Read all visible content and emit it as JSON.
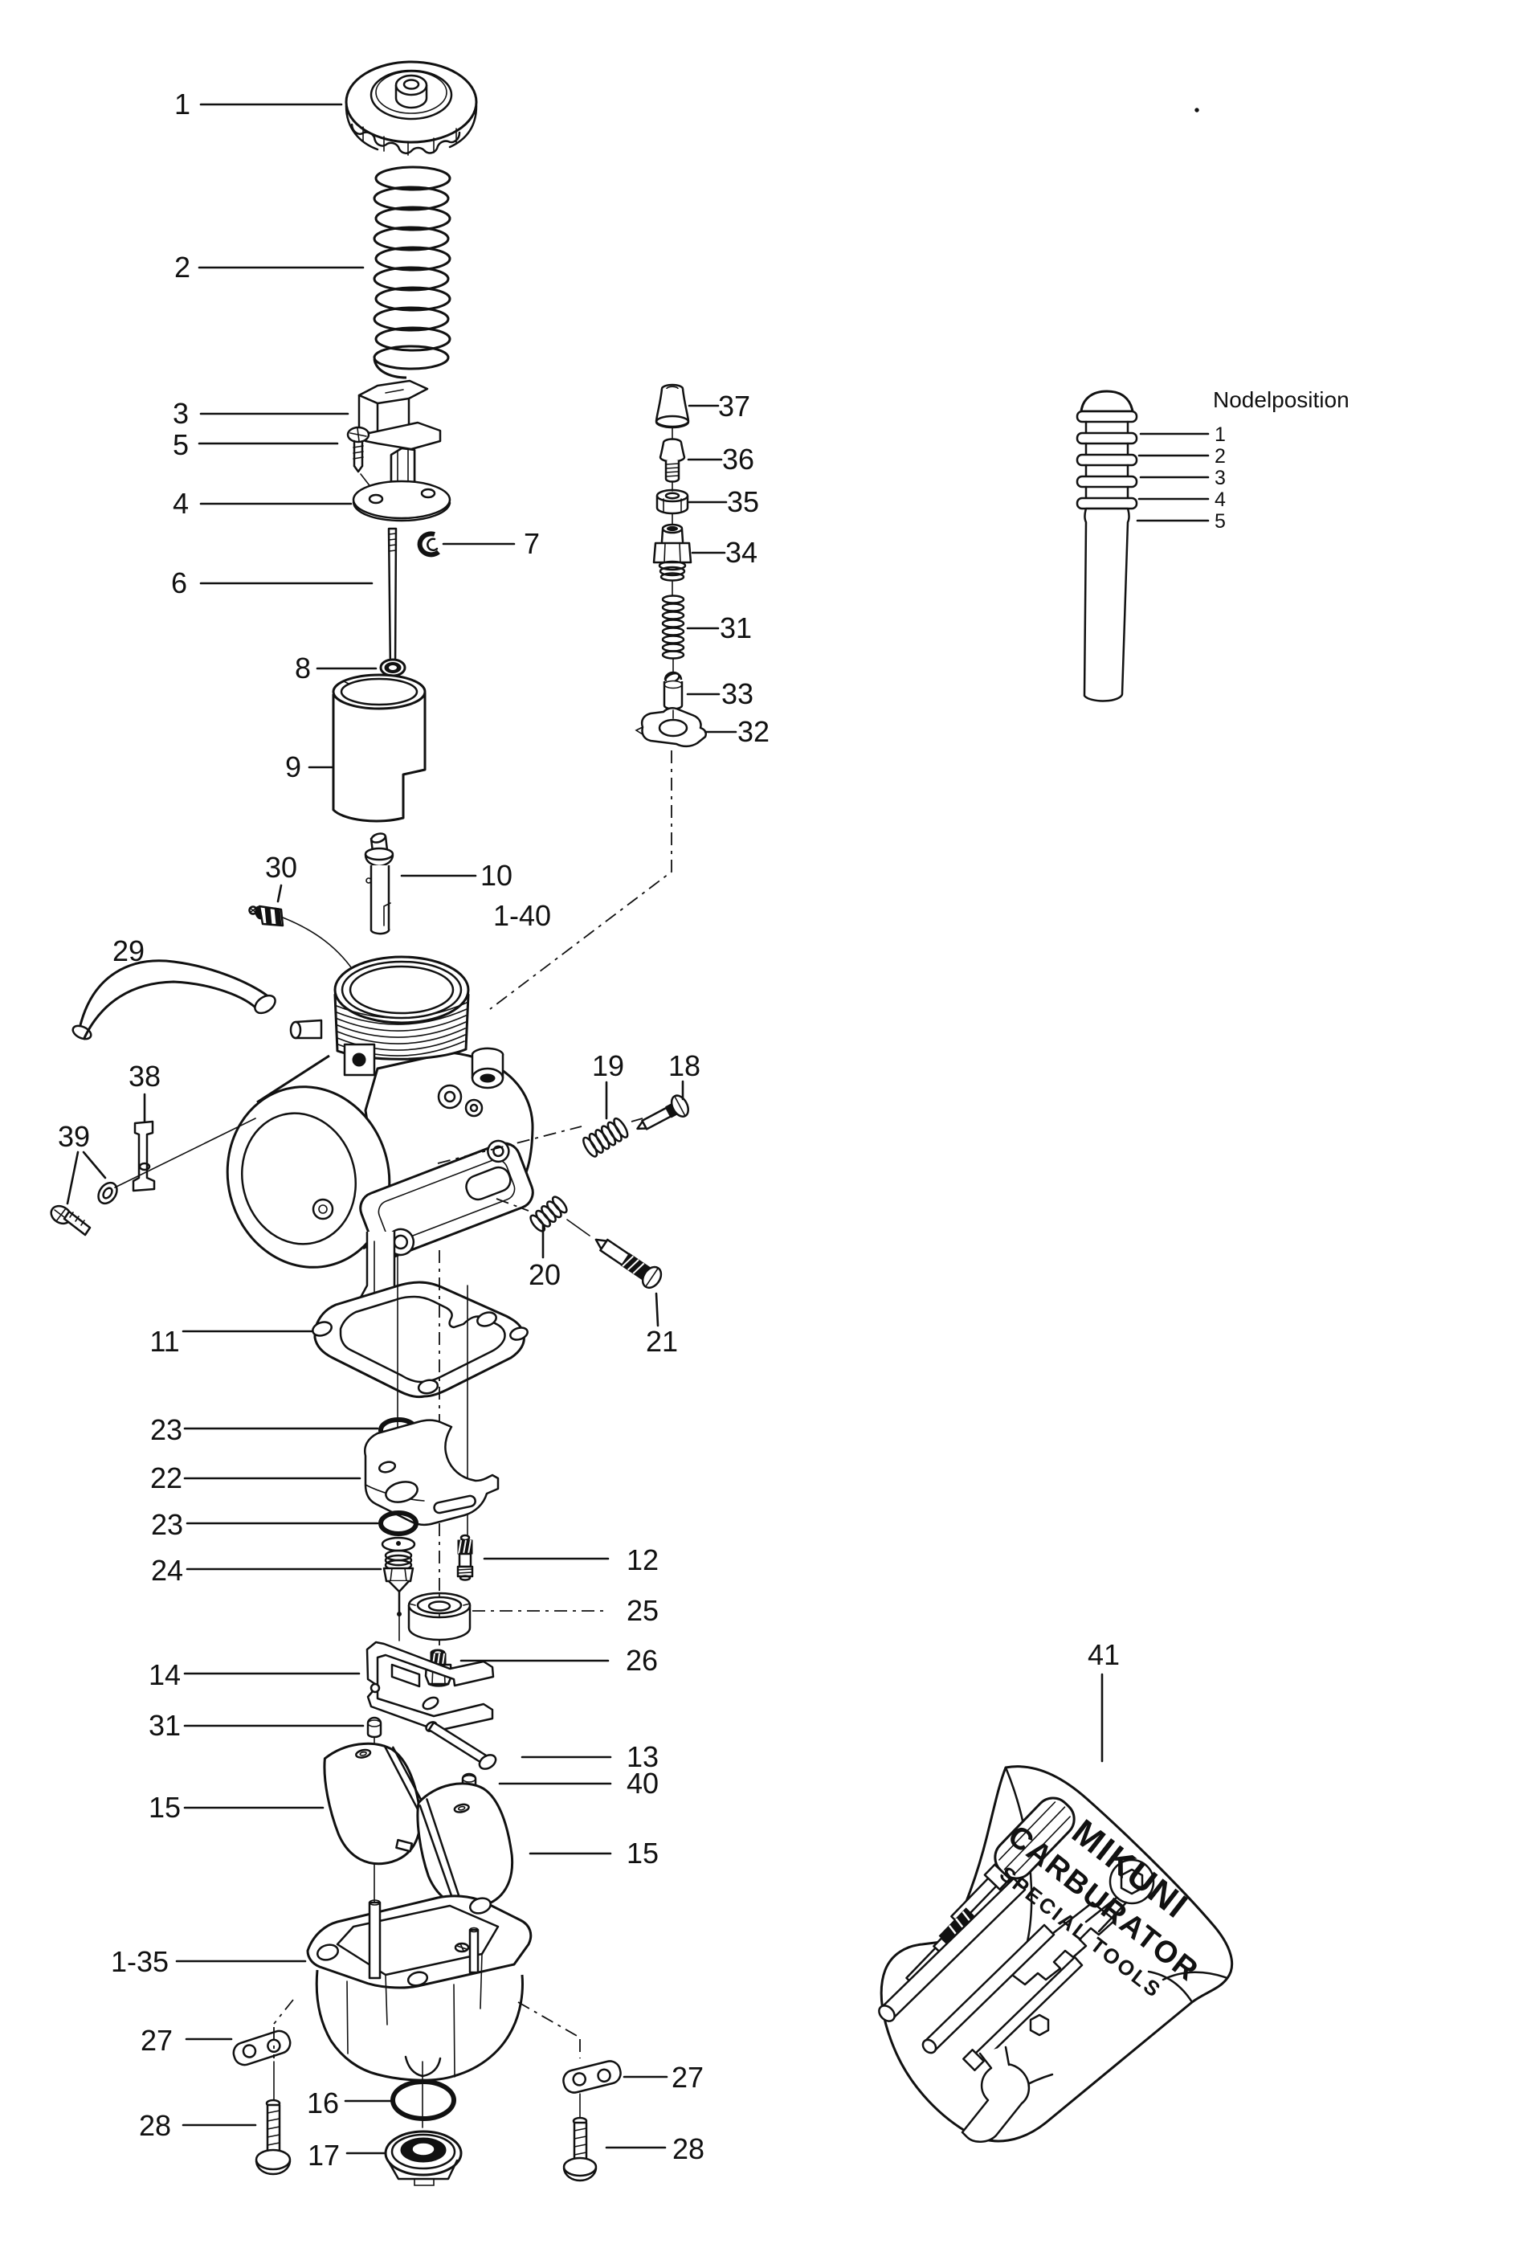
{
  "title": "Carburetor exploded parts diagram",
  "colors": {
    "ink": "#111111",
    "paper": "#ffffff"
  },
  "needle_inset": {
    "title": "Nodelposition",
    "positions": [
      {
        "label": "1"
      },
      {
        "label": "2"
      },
      {
        "label": "3"
      },
      {
        "label": "4"
      },
      {
        "label": "5"
      }
    ]
  },
  "toolkit": {
    "brand_line1": "MIKUNI",
    "brand_line2": "CARBURATOR",
    "brand_line3": "SPECIAL TOOLS"
  },
  "callouts": [
    {
      "label": "1",
      "part": "mixing-chamber-cap"
    },
    {
      "label": "2",
      "part": "throttle-return-spring"
    },
    {
      "label": "3",
      "part": "cable-bracket"
    },
    {
      "label": "5",
      "part": "bracket-screw"
    },
    {
      "label": "4",
      "part": "needle-spring-seat"
    },
    {
      "label": "7",
      "part": "jet-needle-clip"
    },
    {
      "label": "6",
      "part": "jet-needle"
    },
    {
      "label": "8",
      "part": "needle-retainer-washer"
    },
    {
      "label": "9",
      "part": "throttle-valve"
    },
    {
      "label": "10",
      "part": "needle-jet-holder"
    },
    {
      "label": "30",
      "part": "cable-sealing-cap"
    },
    {
      "label": "1-40",
      "part": "carburetor-assembly"
    },
    {
      "label": "29",
      "part": "vent-hose"
    },
    {
      "label": "38",
      "part": "mounting-bracket"
    },
    {
      "label": "39",
      "part": "bracket-screw-and-washer"
    },
    {
      "label": "19",
      "part": "air-screw-spring"
    },
    {
      "label": "18",
      "part": "air-screw"
    },
    {
      "label": "20",
      "part": "idle-screw-spring"
    },
    {
      "label": "21",
      "part": "idle-adjust-screw"
    },
    {
      "label": "11",
      "part": "float-chamber-gasket"
    },
    {
      "label": "23",
      "part": "o-ring-upper"
    },
    {
      "label": "22",
      "part": "baffle-plate"
    },
    {
      "label": "23",
      "part": "o-ring-lower"
    },
    {
      "label": "24",
      "part": "float-needle-valve"
    },
    {
      "label": "12",
      "part": "pilot-jet"
    },
    {
      "label": "25",
      "part": "main-jet-ring"
    },
    {
      "label": "26",
      "part": "main-jet"
    },
    {
      "label": "14",
      "part": "float-arm"
    },
    {
      "label": "31",
      "part": "float-arm-pin"
    },
    {
      "label": "13",
      "part": "float-pivot-pin"
    },
    {
      "label": "40",
      "part": "float-cap"
    },
    {
      "label": "15",
      "part": "float-left"
    },
    {
      "label": "15",
      "part": "float-right"
    },
    {
      "label": "1-35",
      "part": "float-chamber-assembly"
    },
    {
      "label": "27",
      "part": "clamp-plate-left"
    },
    {
      "label": "28",
      "part": "clamp-screw-left"
    },
    {
      "label": "16",
      "part": "drain-plug-o-ring"
    },
    {
      "label": "17",
      "part": "drain-plug"
    },
    {
      "label": "27",
      "part": "clamp-plate-right"
    },
    {
      "label": "28",
      "part": "clamp-screw-right"
    },
    {
      "label": "37",
      "part": "adjuster-rubber-cap"
    },
    {
      "label": "36",
      "part": "cable-adjuster-screw"
    },
    {
      "label": "35",
      "part": "adjuster-lock-nut"
    },
    {
      "label": "34",
      "part": "cable-adjuster-body"
    },
    {
      "label": "31",
      "part": "starter-plunger-spring"
    },
    {
      "label": "33",
      "part": "starter-plunger"
    },
    {
      "label": "32",
      "part": "starter-plate"
    },
    {
      "label": "41",
      "part": "special-tool-kit"
    }
  ]
}
